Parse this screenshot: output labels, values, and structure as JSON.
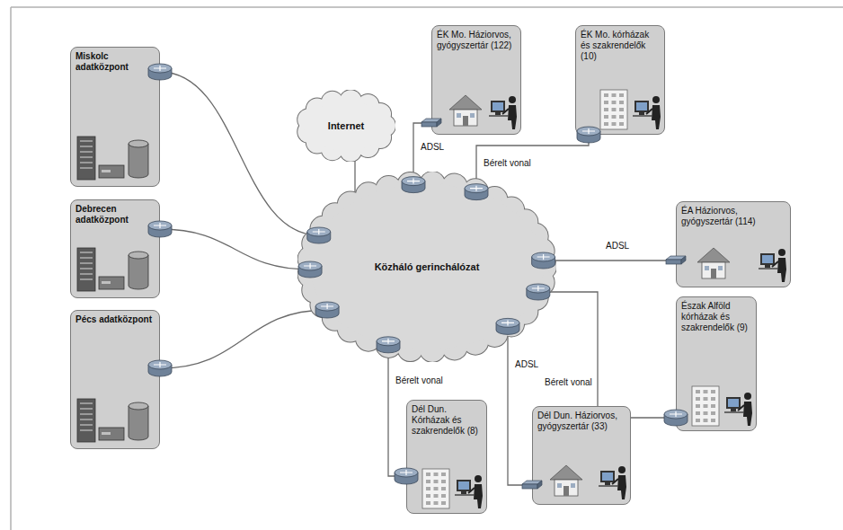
{
  "diagram": {
    "nodes": [
      {
        "text": [
          "Miskolc adatközpont"
        ]
      },
      {
        "text": [
          "Debrecen adatközpont"
        ]
      },
      {
        "text": [
          "Pécs adatközpont"
        ]
      },
      {
        "text": [
          "Internet"
        ]
      },
      {
        "text": [
          "Közháló gerinchálózat"
        ]
      },
      {
        "text": [
          "ÉK Mo. Háziorvos, gyógyszertár (122)"
        ]
      },
      {
        "text": [
          "ÉK Mo. kórházak és szakrendelők (10)"
        ]
      },
      {
        "text": [
          "ÉA Háziorvos, gyógyszertár (114)"
        ]
      },
      {
        "text": [
          "Észak Alföld kórházak és szakrendelők (9)"
        ]
      },
      {
        "text": [
          "Dél Dun. Kórházak és szakrendelők (8)"
        ]
      },
      {
        "text": [
          "Dél Dun. Háziorvos, gyógyszertár (33)"
        ]
      }
    ],
    "edges": [
      {
        "from": 0,
        "to": 4,
        "arrow": "none"
      },
      {
        "from": 1,
        "to": 4,
        "arrow": "none"
      },
      {
        "from": 2,
        "to": 4,
        "arrow": "none"
      },
      {
        "from": 3,
        "to": 4,
        "arrow": "none"
      },
      {
        "from": 5,
        "to": 4,
        "label": "ADSL",
        "arrow": "none"
      },
      {
        "from": 6,
        "to": 4,
        "label": "Bérelt vonal",
        "arrow": "none"
      },
      {
        "from": 7,
        "to": 4,
        "label": "ADSL",
        "arrow": "none"
      },
      {
        "from": 8,
        "to": 4,
        "label": "Bérelt vonal",
        "arrow": "none"
      },
      {
        "from": 9,
        "to": 4,
        "label": "Bérelt vonal",
        "arrow": "none"
      },
      {
        "from": 10,
        "to": 4,
        "label": "ADSL",
        "arrow": "none"
      }
    ]
  }
}
